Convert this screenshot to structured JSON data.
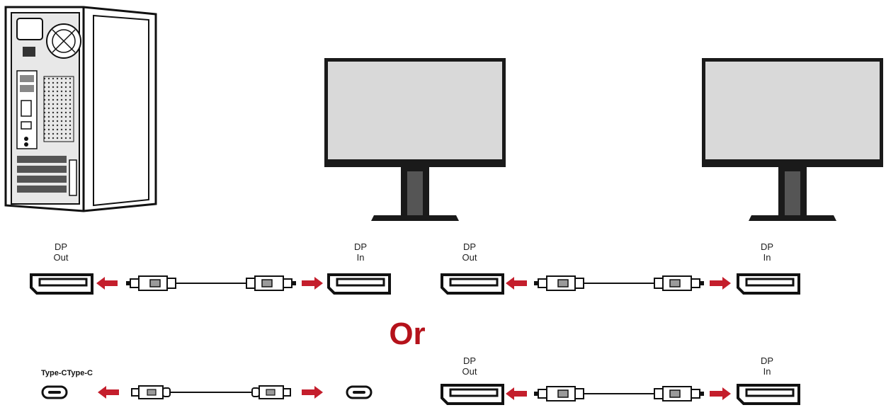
{
  "labels": {
    "r1_pc_out": {
      "line1": "DP",
      "line2": "Out"
    },
    "r1_m1_in": {
      "line1": "DP",
      "line2": "In"
    },
    "r1_m1_out": {
      "line1": "DP",
      "line2": "Out"
    },
    "r1_m2_in": {
      "line1": "DP",
      "line2": "In"
    },
    "r3_m1_out": {
      "line1": "DP",
      "line2": "Out"
    },
    "r3_m2_in": {
      "line1": "DP",
      "line2": "In"
    }
  },
  "or_text": "Or",
  "typec_label": "Type-CType-C",
  "colors": {
    "arrow": "#c41e2c",
    "or_text": "#b5121b",
    "line": "#111111",
    "screen": "#d9d9d9",
    "bezel": "#1a1a1a"
  },
  "icons": [
    "pc-tower-icon",
    "monitor-icon",
    "dp-port-icon",
    "dp-connector-icon",
    "usb-c-port-icon",
    "usb-c-connector-icon",
    "arrow-left-icon",
    "arrow-right-icon"
  ]
}
